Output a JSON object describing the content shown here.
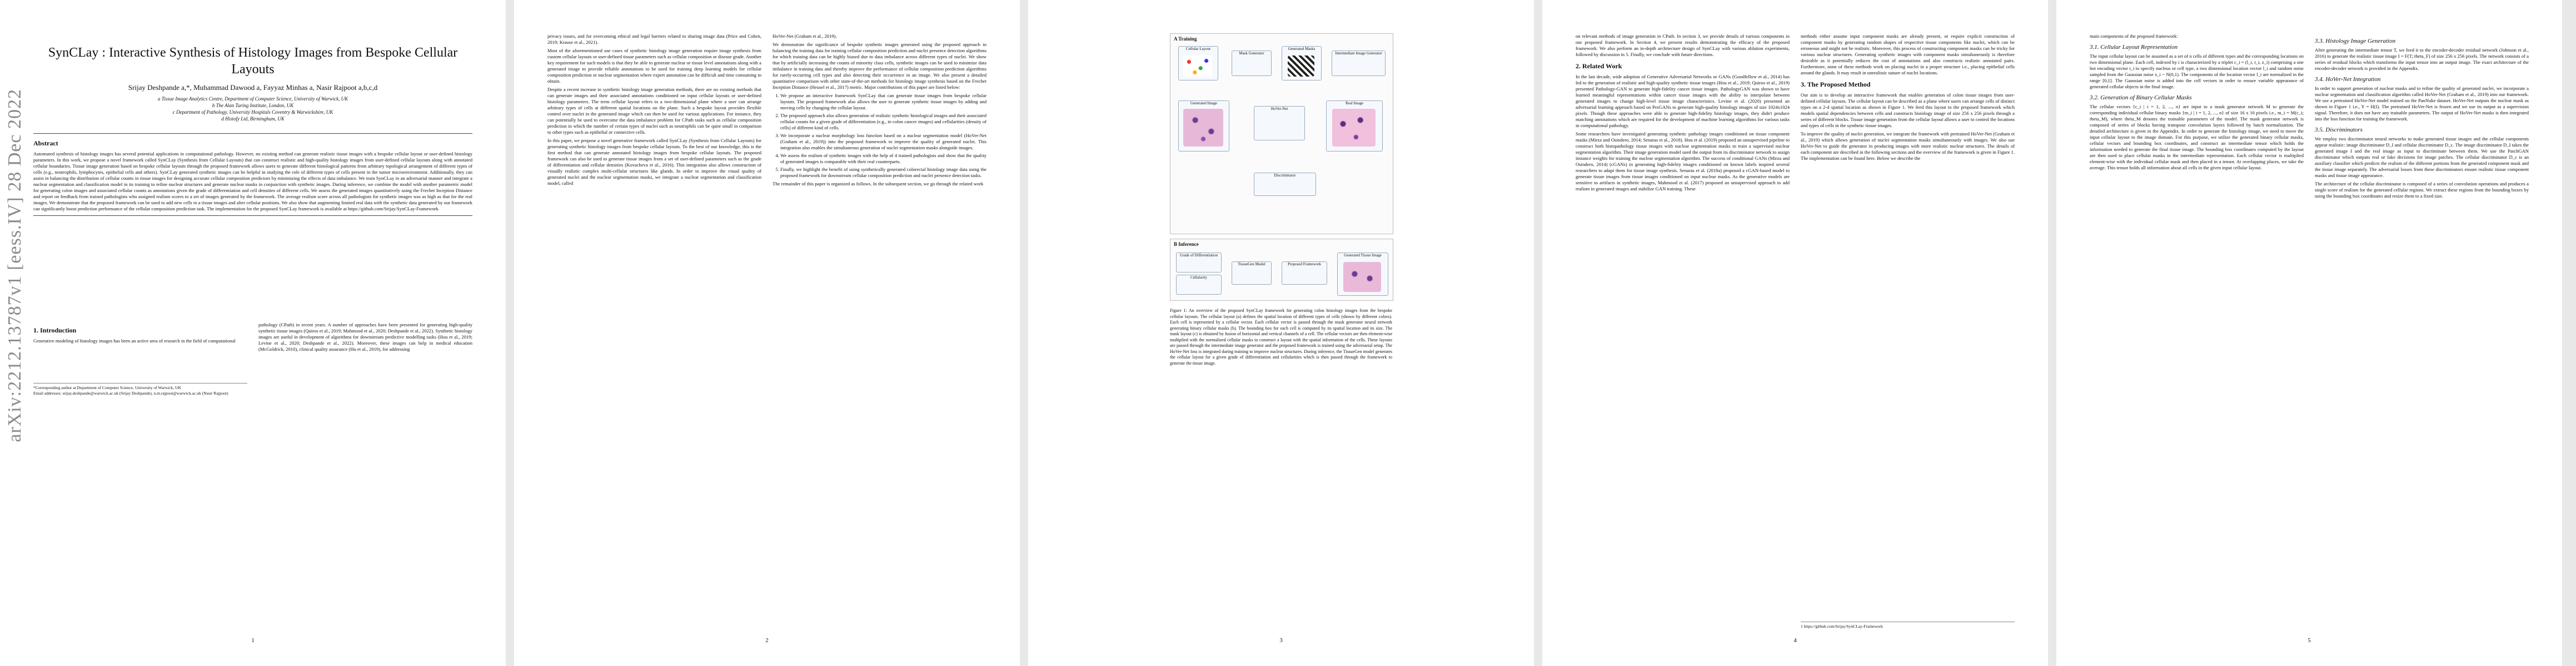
{
  "arxiv_stamp": "arXiv:2212.13787v1  [eess.IV]  28 Dec 2022",
  "page1": {
    "title": "SynCLay : Interactive Synthesis of Histology Images from Bespoke Cellular Layouts",
    "authors": "Srijay Deshpande a,*, Muhammad Dawood a, Fayyaz Minhas a, Nasir Rajpoot a,b,c,d",
    "affiliations": [
      "a Tissue Image Analytics Centre, Department of Computer Science, University of Warwick, UK",
      "b The Alan Turing Institute, London, UK",
      "c Department of Pathology, University Hospitals Coventry & Warwickshire, UK",
      "d Histofy Ltd, Birmingham, UK"
    ],
    "abstract_heading": "Abstract",
    "abstract": "Automated synthesis of histology images has several potential applications in computational pathology. However, no existing method can generate realistic tissue images with a bespoke cellular layout or user-defined histology parameters. In this work, we propose a novel framework called SynCLay (Synthesis from Cellular Layouts) that can construct realistic and high-quality histology images from user-defined cellular layouts along with annotated cellular boundaries. Tissue image generation based on bespoke cellular layouts through the proposed framework allows users to generate different histological patterns from arbitrary topological arrangement of different types of cells (e.g., neutrophils, lymphocytes, epithelial cells and others). SynCLay generated synthetic images can be helpful in studying the role of different types of cells present in the tumor microenvironment. Additionally, they can assist in balancing the distribution of cellular counts in tissue images for designing accurate cellular composition predictors by minimizing the effects of data imbalance. We train SynCLay in an adversarial manner and integrate a nuclear segmentation and classification model in its training to refine nuclear structures and generate nuclear masks in conjunction with synthetic images. During inference, we combine the model with another parametric model for generating colon images and associated cellular counts as annotations given the grade of differentiation and cell densities of different cells. We assess the generated images quantitatively using the Frechet Inception Distance and report on feedback from trained pathologists who assigned realism scores to a set of images generated by the framework. The average realism score across all pathologists for synthetic images was as high as that for the real images. We demonstrate that the proposed framework can be used to add new cells to a tissue images and alter cellular positions. We also show that augmenting limited real data with the synthetic data generated by our framework can significantly boost prediction performance of the cellular composition prediction task. The implementation for the proposed SynCLay framework is available at https://github.com/Srijay/SynCLay-Framework",
    "intro_heading": "1. Introduction",
    "intro_left": "Generative modeling of histology images has been an active area of research in the field of computational",
    "intro_right": "pathology (CPath) in recent years. A number of approaches have been presented for generating high-quality synthetic tissue images (Quiros et al., 2019; Mahmood et al., 2020; Deshpande et al., 2022). Synthetic histology images are useful in development of algorithms for downstream predictive modelling tasks (Hou et al., 2019; Levine et al., 2020; Deshpande et al., 2022). Moreover, these images can help in medical education (McGoldrick, 2010), clinical quality assurance (Hu et al., 2019), for addressing",
    "footnote": "*Corresponding author at Department of Computer Science, University of Warwick, UK\nEmail addresses: srijay.deshpande@warwick.ac.uk (Srijay Deshpande), n.m.rajpoot@warwick.ac.uk (Nasir Rajpoot)",
    "page_number": "1"
  },
  "page2": {
    "left": [
      "privacy issues, and for overcoming ethical and legal barriers related to sharing image data (Price and Cohen, 2019; Krause et al., 2021).",
      "Most of the aforementioned use cases of synthetic histology image generation require image synthesis from custom cellular layouts or user-defined tissue parameters such as cellular composition or disease grade. Another key requirement for such models is that they be able to generate nuclear or tissue level annotations along with a generated image to provide reliable annotations to be used for training deep learning models for cellular composition prediction or nuclear segmentation where expert annotation can be difficult and time consuming to obtain.",
      "Despite a recent increase in synthetic histology image generation methods, there are no existing methods that can generate images and their associated annotations conditioned on input cellular layouts or user-defined histology parameters. The term cellular layout refers to a two-dimensional plane where a user can arrange arbitrary types of cells at different spatial locations on the plane. Such a bespoke layout provides flexible control over nuclei in the generated image which can then be used for various applications. For instance, they can potentially be used to overcome the data imbalance problem for CPath tasks such as cellular composition prediction in which the number of certain types of nuclei such as neutrophils can be quite small in comparison to other types such as epithelial or connective cells.",
      "In this paper, we propose a novel generative framework called SynCLay (Synthesis from Cellular Layouts) for generating synthetic histology images from bespoke cellular layouts. To the best of our knowledge, this is the first method that can generate annotated histology images from bespoke cellular layouts. The proposed framework can also be used to generate tissue images from a set of user-defined parameters such as the grade of differentiation and cellular densities (Kovacheva et al., 2016). This integration also allows construction of visually realistic complex multi-cellular structures like glands. In order to improve the visual quality of generated nuclei and the nuclear segmentation masks, we integrate a nuclear segmentation and classification model, called"
    ],
    "right_top": [
      "HoVer-Net (Graham et al., 2019).",
      "We demonstrate the significance of bespoke synthetic images generated using the proposed approach in balancing the training data for training cellular composition prediction and nuclei presence detection algorithms for which training data can be highly biased due to data imbalance across different types of nuclei. We show that by artificially increasing the counts of minority class cells, synthetic images can be used to minimize data imbalance in training data and thereby improve the performance of cellular composition prediction algorithms for rarely-occurring cell types and also detecting their occurrence in an image. We also present a detailed quantitative comparison with other state-of-the-art methods for histology image synthesis based on the Frechet Inception Distance (Heusel et al., 2017) metric. Major contributions of this paper are listed below:"
    ],
    "contributions": [
      "We propose an interactive framework SynCLay that can generate tissue images from bespoke cellular layouts. The proposed framework also allows the user to generate synthetic tissue images by adding and moving cells by changing the cellular layout.",
      "The proposed approach also allows generation of realistic synthetic histological images and their associated cellular counts for a given grade of differentiation (e.g., in colon cancer images) and cellularities (density of cells) of different kind of cells.",
      "We incorporate a nuclear morphology loss function based on a nuclear segmentation model (HoVer-Net (Graham et al., 2019)) into the proposed framework to improve the quality of generated nuclei. This integration also enables the simultaneous generation of nuclei segmentation masks alongside images.",
      "We assess the realism of synthetic images with the help of 4 trained pathologists and show that the quality of generated images is comparable with their real counterparts.",
      "Finally, we highlight the benefit of using synthetically generated colorectal histology image data using the proposed framework for downstream cellular composition prediction and nuclei presence detection tasks."
    ],
    "right_bottom": "The remainder of this paper is organized as follows. In the subsequent section, we go through the related work",
    "page_number": "2"
  },
  "page3": {
    "panel_a": "A  Training",
    "panel_b": "B  Inference",
    "figure_labels": {
      "cellular_layout": "Cellular Layout",
      "mask_gen": "Mask Generator",
      "generated_masks": "Generated Masks",
      "image_gen": "Intermediate Image Generator",
      "generated_image": "Generated Image",
      "real_image": "Real Image",
      "discriminator": "Discriminator",
      "hovernet": "HoVer-Net",
      "grade": "Grade of Differentiation",
      "cellularity": "Cellularity",
      "tissue_gen": "TissueGen Model",
      "synclay": "Proposed Framework",
      "output": "Generated Tissue Image"
    },
    "caption": "Figure 1: An overview of the proposed SynCLay framework for generating colon histology images from the bespoke cellular layouts. The cellular layout (a) defines the spatial location of different types of cells (shown by different colors). Each cell is represented by a cellular vector. Each cellular vector is passed through the mask generator neural network generating binary cellular masks (b). The bounding box for each cell is computed by its spatial location and its size. The mask layout (c) is obtained by fusion of horizontal and vertical channels of a cell. The cellular vectors are then element-wise multiplied with the normalized cellular masks to construct a layout with the spatial information of the cells. These layouts are passed through the intermediate image generator and the proposed framework is trained using the adversarial setup. The HoVer-Net loss is integrated during training to improve nuclear structures. During inference, the TissueGen model generates the cellular layout for a given grade of differentiation and cellularities which is then passed through the framework to generate the tissue image.",
    "page_number": "3"
  },
  "page4": {
    "left": [
      "on relevant methods of image generation in CPath. In section 3, we provide details of various components in our proposed framework. In Section 4, we present results demonstrating the efficacy of the proposed framework. We also perform an in-depth architecture design of SynCLay with various ablation experiments, followed by discussion in 5. Finally, we conclude with future directions."
    ],
    "h_related": "2. Related Work",
    "related": [
      "In the last decade, wide adoption of Generative Adversarial Networks or GANs (Goodfellow et al., 2014) has led to the generation of realistic and high-quality synthetic tissue images (Hou et al., 2019; Quiros et al., 2019) presented Pathology-GAN to generate high-fidelity cancer tissue images. PathologyGAN was shown to have learned meaningful representations within cancer tissue images with the ability to interpolate between generated images to change high-level tissue image characteristics. Levine et al. (2020) presented an adversarial learning approach based on ProGANs to generate high-quality histology images of size 1024x1024 pixels. Though these approaches were able to generate high-fidelity histology images, they didn't produce matching annotations which are required for the development of machine learning algorithms for various tasks in computational pathology.",
      "Some researchers have investigated generating synthetic pathology images conditioned on tissue component masks (Mirza and Osindero, 2014; Senaras et al., 2018). Hou et al. (2019) proposed an unsupervised pipeline to construct both histopathology tissue images with nuclear segmentation masks to train a supervised nuclear segmentation algorithm. Their image generation model used the output from its discriminator network to assign instance weights for training the nuclear segmentation algorithm. The success of conditional GANs (Mirza and Osindero, 2014) (cGANs) in generating high-fidelity images conditioned on known labels inspired several researchers to adapt them for tissue image synthesis. Senaras et al. (2018a) proposed a cGAN-based model to generate tissue images from tissue images conditioned on input nuclear masks. As the generative models are sensitive to artifacts in synthetic images, Mahmood et al. (2017) proposed an unsupervised approach to add realism in generated images and stabilize GAN training. These"
    ],
    "right": [
      "methods either assume input component masks are already present, or require explicit construction of component masks by generating random shapes of respective tissue components like nuclei, which can be erroneous and might not be realistic. Moreover, this process of constructing component masks can be tricky for various nuclear structures. Generating synthetic images with component masks simultaneously is therefore desirable as it potentially reduces the cost of annotations and also constructs realistic annotated pairs. Furthermore, none of these methods work on placing nuclei in a proper structure i.e., placing epithelial cells around the glands. It may result in unrealistic nature of nuclei locations."
    ],
    "h_method": "3. The Proposed Method",
    "method": [
      "Our aim is to develop an interactive framework that enables generation of colon tissue images from user-defined cellular layouts. The cellular layout can be described as a plane where users can arrange cells of distinct types on a 2-d spatial location as shown in Figure 1. We feed this layout to the proposed framework which models spatial dependencies between cells and constructs histology image of size 256 x 256 pixels through a series of different blocks. Tissue image generation from the cellular layout allows a user to control the locations and types of cells in the synthetic tissue images.",
      "To improve the quality of nuclei generation, we integrate the framework with pretrained HoVer-Net (Graham et al., 2019) which allows generation of nuclei segmentation masks simultaneously with images. We also use HoVer-Net to guide the generator in producing images with more realistic nuclear structures. The details of each component are described in the following sections and the overview of the framework is given in Figure 1. The implementation can be found here. Below we describe the"
    ],
    "footnote": "1 https://github.com/Srijay/SynCLay-Framework",
    "page_number": "4"
  },
  "page5": {
    "left_intro": "main components of the proposed framework:",
    "h31": "3.1. Cellular Layout Representation",
    "s31": "The input cellular layout can be assumed as a set of n cells of different types and the corresponding locations on two dimensional plane. Each cell, indexed by i is characterized by a triplet c_i = (l_i, t_i, z_i) comprising a one hot encoding vector t_i to specify nucleus or cell type, a two dimensional location vector l_i and random noise sampled from the Gaussian noise z_i ~ N(0,1). The components of the location vector l_i are normalized in the range [0,1]. The Gaussian noise is added into the cell vectors in order to ensure variable appearance of generated cellular objects in the final image.",
    "h32": "3.2. Generation of Binary Cellular Masks",
    "s32": "The cellular vectors {c_i | i = 1, 2, ..., n} are input to a mask generator network M to generate the corresponding individual cellular binary masks {m_i | i = 1, 2, ..., n} of size 16 x 16 pixels i.e., m_i = M(c_i; theta_M), where theta_M denotes the trainable parameters of the model. The mask generator network is composed of series of blocks having transpose convolution layers followed by batch normalization. The detailed architecture is given in the Appendix. In order to generate the histology image, we need to move the input cellular layout to the image domain. For this purpose, we utilize the generated binary cellular masks, cellular vectors and bounding box coordinates, and construct an intermediate tensor which holds the information needed to generate the final tissue image. The bounding box coordinates computed by the layout are then used to place cellular masks in the intermediate representation. Each cellular vector is multiplied element-wise with the individual cellular mask and then placed in a tensor. At overlapping places, we take the average. This tensor holds all information about all cells in the given input cellular layout.",
    "h33": "3.3. Histology Image Generation",
    "s33": "After generating the intermediate tensor T, we feed it to the encoder-decoder residual network (Johnson et al., 2016) to generate the realistic tissue image I = F(T; theta_F) of size 256 x 256 pixels. The network consists of a series of residual blocks which transforms the input tensor into an output image. The exact architecture of the encoder-decoder network is provided in the Appendix.",
    "h34": "3.4. HoVer-Net Integration",
    "s34": "In order to support generation of nuclear masks and to refine the quality of generated nuclei, we incorporate a nuclear segmentation and classification algorithm called HoVer-Net (Graham et al., 2019) into our framework. We use a pretrained HoVer-Net model trained on the PanNuke dataset. HoVer-Net outputs the nuclear mask as shown in Figure 1 i.e., Y = H(I). The pretrained HoVer-Net is frozen and we use its output as a supervision signal. Therefore, it does not have any trainable parameters. The output of HoVer-Net masks is then integrated into the loss function for training the framework.",
    "h35": "3.5. Discriminators",
    "s35": "We employ two discriminator neural networks to make generated tissue images and the cellular components appear realistic: image discriminator D_I and cellular discriminator D_c. The image discriminator D_I takes the generated image I and the real image as input to discriminate between them. We use the PatchGAN discriminator which outputs real or fake decisions for image patches. The cellular discriminator D_c is an auxiliary classifier which predicts the realism of the different portions from the generated component mask and the tissue image separately. The adversarial losses from these discriminators ensure realistic tissue component masks and tissue image appearance.",
    "s35b": "The architecture of the cellular discriminator is composed of a series of convolution operations and produces a single score of realism for the generated cellular regions. We extract these regions from the bounding boxes by using the bounding box coordinates and resize them to a fixed size.",
    "page_number": "5"
  }
}
